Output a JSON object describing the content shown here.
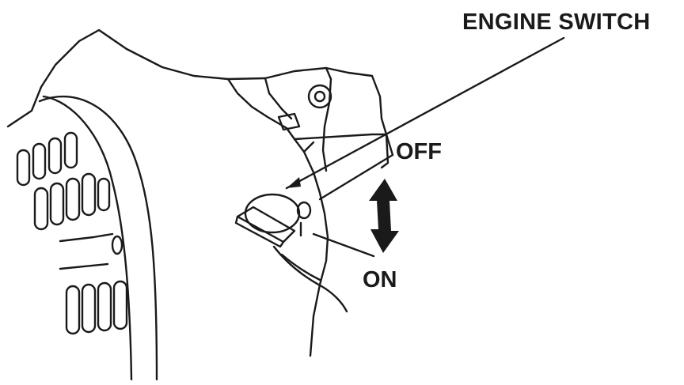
{
  "labels": {
    "engine_switch": "ENGINE SWITCH",
    "off": "OFF",
    "on": "ON"
  },
  "colors": {
    "ink": "#1a1a1a",
    "background": "#ffffff"
  },
  "icons": {
    "direction_arrow": "double-headed-vertical-arrow"
  }
}
